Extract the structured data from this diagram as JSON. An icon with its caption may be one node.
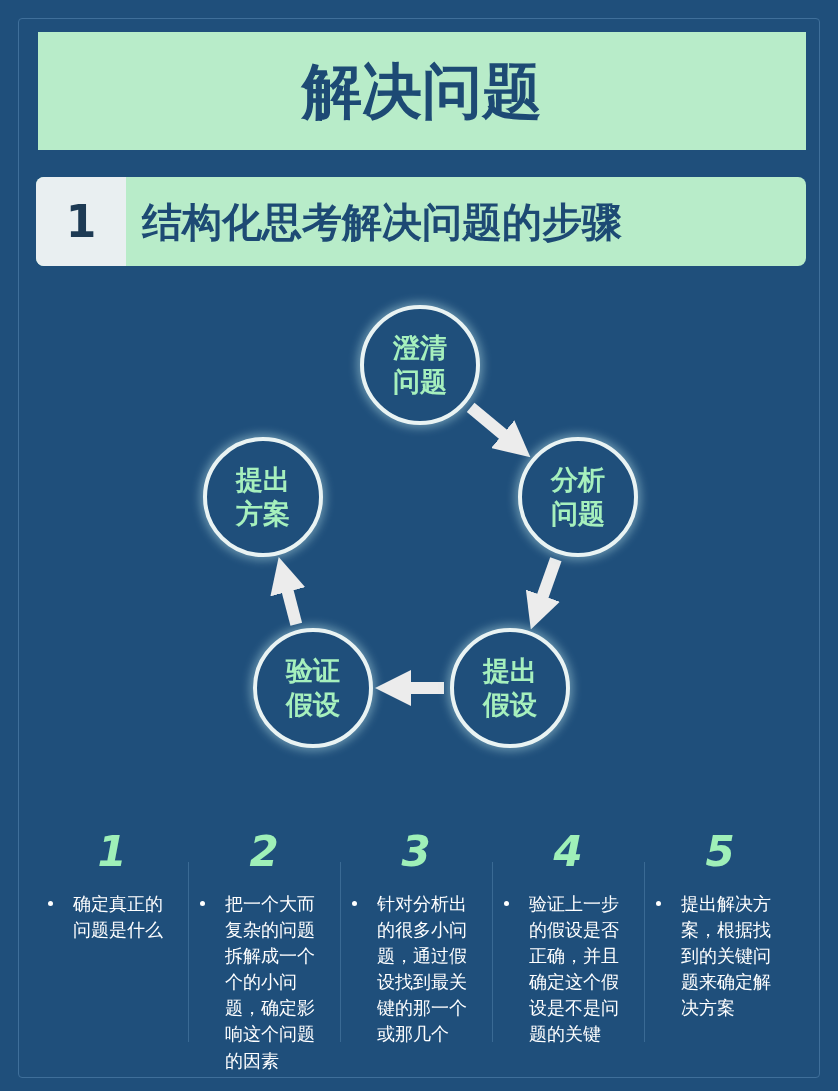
{
  "diagram": {
    "title": "解决问题",
    "nodes": [
      {
        "text": [
          "澄清问题"
        ]
      },
      {
        "text": [
          "分析问题"
        ]
      },
      {
        "text": [
          "提出假设"
        ]
      },
      {
        "text": [
          "验证假设"
        ]
      },
      {
        "text": [
          "提出方案"
        ]
      }
    ],
    "edges": [
      {
        "from": 0,
        "to": 1,
        "arrow": "to"
      },
      {
        "from": 1,
        "to": 2,
        "arrow": "to"
      },
      {
        "from": 2,
        "to": 3,
        "arrow": "to"
      },
      {
        "from": 3,
        "to": 4,
        "arrow": "to"
      }
    ],
    "labels": [
      "1",
      "结构化思考解决问题的步骤",
      "1",
      "确定真正的问题是什么",
      "2",
      "把一个大而复杂的问题拆解成一个个的小问题，确定影响这个问题的因素",
      "3",
      "针对分析出的很多小问题，通过假设找到最关键的那一个或那几个",
      "4",
      "验证上一步的假设是否正确，并且确定这个假设是不是问题的关键",
      "5",
      "提出解决方案，根据找到的关键问题来确定解决方案"
    ]
  }
}
